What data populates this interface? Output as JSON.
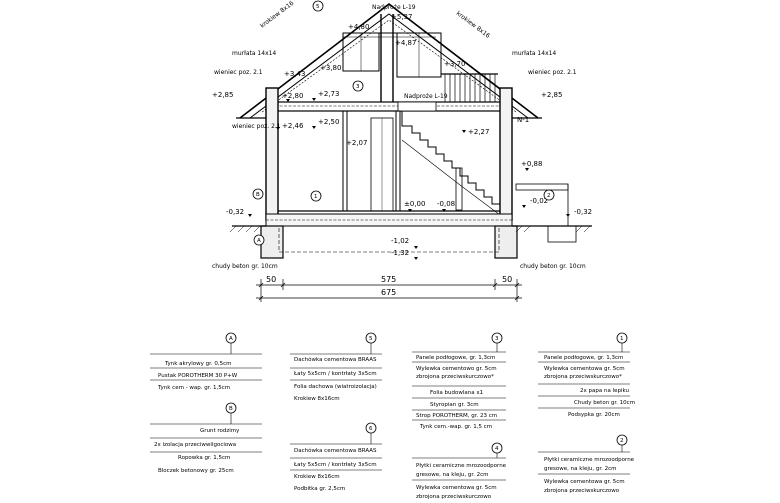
{
  "section": {
    "labels": {
      "rafters_left": "krokiew 8x16",
      "rafters_right": "krokiew 8x16",
      "beam_top": "Nadproże L-19",
      "beam_mid": "Nadproże L-19",
      "murlat_left": "murłata 14x14",
      "murlat_right": "murłata 14x14",
      "wieniec_left": "wieniec poz. 2.1",
      "wieniec_right": "wieniec poz. 2.1",
      "wieniec_mid": "wieniec poz. 2.1",
      "chudy_left": "chudy beton gr. 10cm",
      "chudy_right": "chudy beton gr. 10cm",
      "nj": "N-1"
    },
    "levels": {
      "ridge": "+5,37",
      "top_left": "+4,80",
      "top_mid": "+4,87",
      "attic_left": "+3,80",
      "attic_right": "+3,70",
      "mid_left": "+3,43",
      "eave_left": "+2,85",
      "eave_right": "+2,85",
      "ceiling_a": "+2,80",
      "ceiling_b": "+2,73",
      "ceiling_c": "+2,46",
      "ceiling_d": "+2,50",
      "ceiling_e": "+2,27",
      "stair_mid": "+2,07",
      "right_ext": "+0,88",
      "floor": "±0,00",
      "floor2": "-0,08",
      "right_b": "-0,02",
      "ground_left": "-0,32",
      "ground_right": "-0,32",
      "found_a": "-1,02",
      "found_b": "-1,32"
    },
    "dims": {
      "d50_left": "50",
      "d575": "575",
      "d50_right": "50",
      "d675": "675"
    },
    "markers": [
      "5",
      "3",
      "1",
      "2",
      "B",
      "A"
    ]
  },
  "legend": [
    {
      "mark": "A",
      "lines": [
        "Tynk akrylowy gr. 0,5cm",
        "Pustak POROTHERM 30 P+W",
        "Tynk cem - wap. gr. 1,5cm"
      ]
    },
    {
      "mark": "B",
      "lines": [
        "Grunt rodzimy",
        "2x izolacja przeciwwilgociowa",
        "Ropowka gr. 1,5cm",
        "Bloczek betonowy gr. 25cm"
      ]
    },
    {
      "mark": "5",
      "lines": [
        "Dachówka cementowa BRAAS",
        "Łaty 5x5cm / kontrłaty 3x5cm",
        "Folia dachowa (wiatroizolacja)",
        "Krokiew 8x16cm"
      ]
    },
    {
      "mark": "6",
      "lines": [
        "Dachówka cementowa BRAAS",
        "Łaty 5x5cm / kontrłaty 3x5cm",
        "Krokiew 8x16cm",
        "Podbitka gr. 2,5cm"
      ]
    },
    {
      "mark": "3",
      "lines": [
        "Panele podłogowe, gr. 1,3cm",
        "Wylewka cementowo gr. 5cm",
        "zbrojona przeciwskurczowo*",
        "Folia budowlana x1",
        "Styropian gr. 3cm",
        "Strop POROTHERM, gr. 23 cm",
        "Tynk cem.-wap. gr. 1,5 cm"
      ]
    },
    {
      "mark": "4",
      "lines": [
        "Płytki ceramiczne mrozoodporne",
        "gresowe, na kleju, gr. 2cm",
        "Wylewka cementowa gr. 5cm",
        "zbrojona przeciwskurczowo"
      ]
    },
    {
      "mark": "1",
      "lines": [
        "Panele podłogowe, gr. 1,3cm",
        "Wylewka cementowa gr. 5cm",
        "zbrojona przeciwskurczowo*",
        "2x papa na lepiku",
        "Chudy beton gr. 10cm",
        "Podsypka gr. 20cm"
      ]
    },
    {
      "mark": "2",
      "lines": [
        "Płytki ceramiczne mrozoodporne",
        "gresowe, na kleju, gr. 2cm",
        "Wylewka cementowa gr. 5cm",
        "zbrojona przeciwskurczowo"
      ]
    }
  ]
}
